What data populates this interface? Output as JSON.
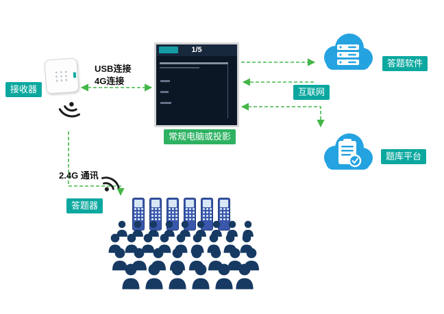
{
  "labels": {
    "receiver": "接收器",
    "screen": "常规电脑或投影",
    "internet": "互联网",
    "answer_software": "答题软件",
    "question_bank": "题库平台",
    "clicker": "答题器"
  },
  "connections": {
    "usb": "USB连接",
    "four_g": "4G连接",
    "wireless": "2.4G 通讯"
  },
  "screen": {
    "page_indicator": "1/5"
  },
  "colors": {
    "label-teal": "#0ca89f",
    "label-green": "#2eb262",
    "arrow-green": "#43b649",
    "cloud-blue": "#25a3e1",
    "crowd-navy": "#173a63",
    "clicker-blue": "#3a57ab",
    "screen-bg": "#0c1726"
  }
}
